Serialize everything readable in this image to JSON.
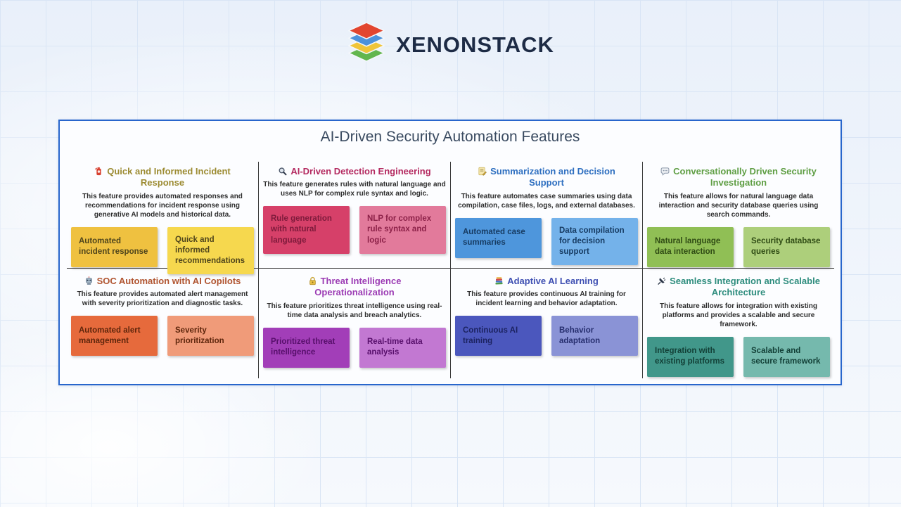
{
  "brand": {
    "name": "XENONSTACK"
  },
  "page": {
    "title": "AI-Driven Security Automation Features"
  },
  "colors": {
    "card_border": "#2866cc",
    "divider": "#3b3b3b",
    "title_text": "#394a60",
    "description_text": "#2d2d2d"
  },
  "sections": [
    {
      "icon": "fire-extinguisher-icon",
      "title": "Quick and Informed Incident Response",
      "title_color": "#9c8b32",
      "description": "This feature provides automated responses and recommendations for incident response using generative AI models and historical data.",
      "boxes": [
        {
          "label": "Automated incident response",
          "bg": "#efc140",
          "text_color": "#4f451c"
        },
        {
          "label": "Quick and informed recommendations",
          "bg": "#f6d84e",
          "text_color": "#4f451c"
        }
      ]
    },
    {
      "icon": "magnifying-glass-icon",
      "title": "AI-Driven Detection Engineering",
      "title_color": "#b42a60",
      "description": "This feature generates rules with natural language and uses NLP for complex rule syntax and logic.",
      "boxes": [
        {
          "label": "Rule generation with natural language",
          "bg": "#d64069",
          "text_color": "#7d1a3b"
        },
        {
          "label": "NLP for complex rule syntax and logic",
          "bg": "#e27a9b",
          "text_color": "#8c2148"
        }
      ]
    },
    {
      "icon": "memo-icon",
      "title": "Summarization and Decision Support",
      "title_color": "#2e6fc0",
      "description": "This feature automates case summaries using data compilation, case files, logs, and external databases.",
      "boxes": [
        {
          "label": "Automated case summaries",
          "bg": "#4e96dc",
          "text_color": "#173c63"
        },
        {
          "label": "Data compilation for decision support",
          "bg": "#74b2ea",
          "text_color": "#173c63"
        }
      ]
    },
    {
      "icon": "speech-bubble-icon",
      "title": "Conversationally Driven Security Investigation",
      "title_color": "#5f9e44",
      "description": "This feature allows for natural language data interaction and security database queries using search commands.",
      "boxes": [
        {
          "label": "Natural language data interaction",
          "bg": "#90bf55",
          "text_color": "#2f4b14"
        },
        {
          "label": "Security database queries",
          "bg": "#adcf7b",
          "text_color": "#2f4b14"
        }
      ]
    },
    {
      "icon": "robot-icon",
      "title": "SOC Automation with AI Copilots",
      "title_color": "#b05430",
      "description": "This feature provides automated alert management with severity prioritization and diagnostic tasks.",
      "boxes": [
        {
          "label": "Automated alert management",
          "bg": "#e66a3c",
          "text_color": "#5e260c"
        },
        {
          "label": "Severity prioritization",
          "bg": "#f09b79",
          "text_color": "#5e260c"
        }
      ]
    },
    {
      "icon": "lock-icon",
      "title": "Threat Intelligence Operationalization",
      "title_color": "#9c3cb4",
      "description": "This feature prioritizes threat intelligence using real-time data analysis and breach analytics.",
      "boxes": [
        {
          "label": "Prioritized threat intelligence",
          "bg": "#a23eb8",
          "text_color": "#570f6b"
        },
        {
          "label": "Real-time data analysis",
          "bg": "#c278d2",
          "text_color": "#570f6b"
        }
      ]
    },
    {
      "icon": "books-icon",
      "title": "Adaptive AI Learning",
      "title_color": "#3e4fb2",
      "description": "This feature provides continuous AI training for incident learning and behavior adaptation.",
      "boxes": [
        {
          "label": "Continuous AI training",
          "bg": "#4b57bd",
          "text_color": "#1c2361"
        },
        {
          "label": "Behavior adaptation",
          "bg": "#8a93d6",
          "text_color": "#262e6e"
        }
      ]
    },
    {
      "icon": "plug-icon",
      "title": "Seamless Integration and Scalable Architecture",
      "title_color": "#2e8d7e",
      "description": "This feature allows for integration with existing platforms and provides a scalable and secure framework.",
      "boxes": [
        {
          "label": "Integration with existing platforms",
          "bg": "#41978a",
          "text_color": "#123f36"
        },
        {
          "label": "Scalable and secure framework",
          "bg": "#75b9ad",
          "text_color": "#123f36"
        }
      ]
    }
  ]
}
